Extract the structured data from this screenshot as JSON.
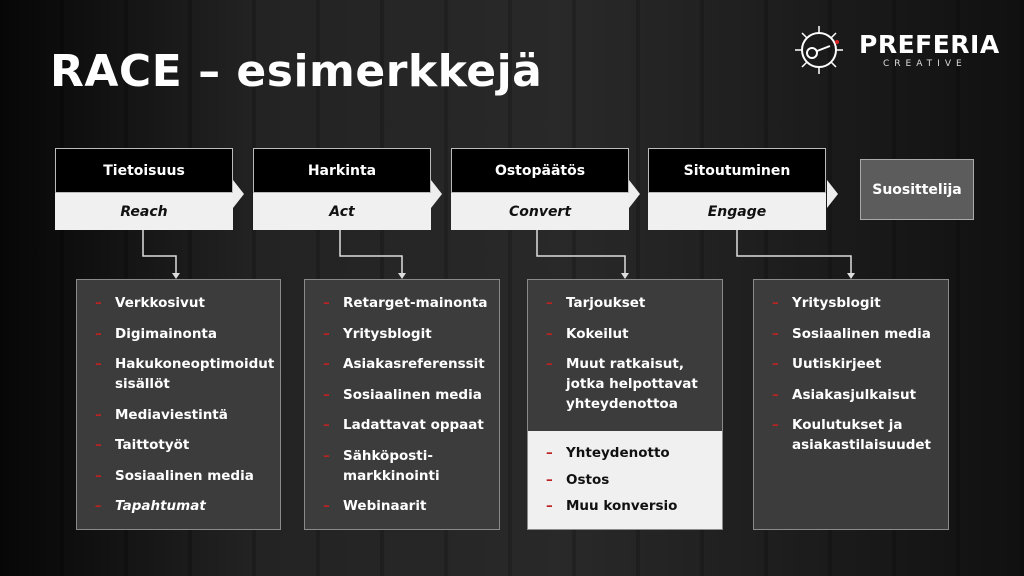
{
  "title": "RACE – esimerkkejä",
  "logo": {
    "name": "PREFERIA",
    "tagline": "CREATIVE"
  },
  "stages": [
    {
      "title": "Tietoisuus",
      "subtitle": "Reach"
    },
    {
      "title": "Harkinta",
      "subtitle": "Act"
    },
    {
      "title": "Ostopäätös",
      "subtitle": "Convert"
    },
    {
      "title": "Sitoutuminen",
      "subtitle": "Engage"
    }
  ],
  "advocacy": "Suosittelija",
  "lists": [
    {
      "items": [
        "Verkkosivut",
        "Digimainonta",
        "Hakukoneoptimoidut sisällöt",
        "Mediaviestintä",
        "Taittotyöt",
        "Sosiaalinen media",
        "Tapahtumat"
      ]
    },
    {
      "items": [
        "Retarget-mainonta",
        "Yritysblogit",
        "Asiakasreferenssit",
        "Sosiaalinen media",
        "Ladattavat oppaat",
        "Sähköposti-markkinointi",
        "Webinaarit"
      ]
    },
    {
      "items": [
        "Tarjoukset",
        "Kokeilut",
        "Muut ratkaisut, jotka helpottavat yhteydenottoa"
      ],
      "conversions": [
        "Yhteydenotto",
        "Ostos",
        "Muu konversio"
      ]
    },
    {
      "items": [
        "Yritysblogit",
        "Sosiaalinen media",
        "Uutiskirjeet",
        "Asiakasjulkaisut",
        "Koulutukset ja asiakastilaisuudet"
      ]
    }
  ],
  "bullet": "–",
  "colors": {
    "bullet": "#b22222",
    "header": "#000000",
    "subheader": "#f0f0f0",
    "panel": "#3c3c3c"
  }
}
